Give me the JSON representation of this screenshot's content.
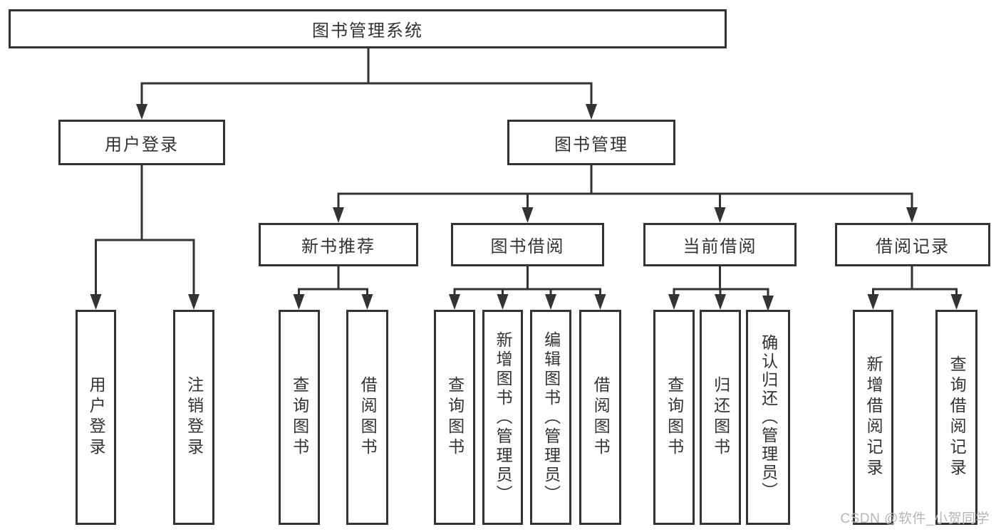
{
  "diagram": {
    "root_label": "图书管理系统",
    "level2": [
      {
        "label": "用户登录"
      },
      {
        "label": "图书管理"
      }
    ],
    "level3": [
      {
        "label": "新书推荐"
      },
      {
        "label": "图书借阅"
      },
      {
        "label": "当前借阅"
      },
      {
        "label": "借阅记录"
      }
    ],
    "leaves": {
      "user_login": [
        "用户登录",
        "注销登录"
      ],
      "new_book_recommend": [
        "查询图书",
        "借阅图书"
      ],
      "book_borrow": [
        "查询图书",
        "新增图书（管理员）",
        "编辑图书（管理员）",
        "借阅图书"
      ],
      "current_borrow": [
        "查询图书",
        "归还图书",
        "确认归还（管理员）"
      ],
      "borrow_records": [
        "新增借阅记录",
        "查询借阅记录"
      ]
    }
  },
  "watermark": {
    "text": "CSDN @软件_小贺同学"
  },
  "colors": {
    "line_color": "#333333",
    "box_border": "#333333",
    "text_color": "#333333",
    "background": "#ffffff",
    "watermark_color": "#b6b6b6"
  }
}
